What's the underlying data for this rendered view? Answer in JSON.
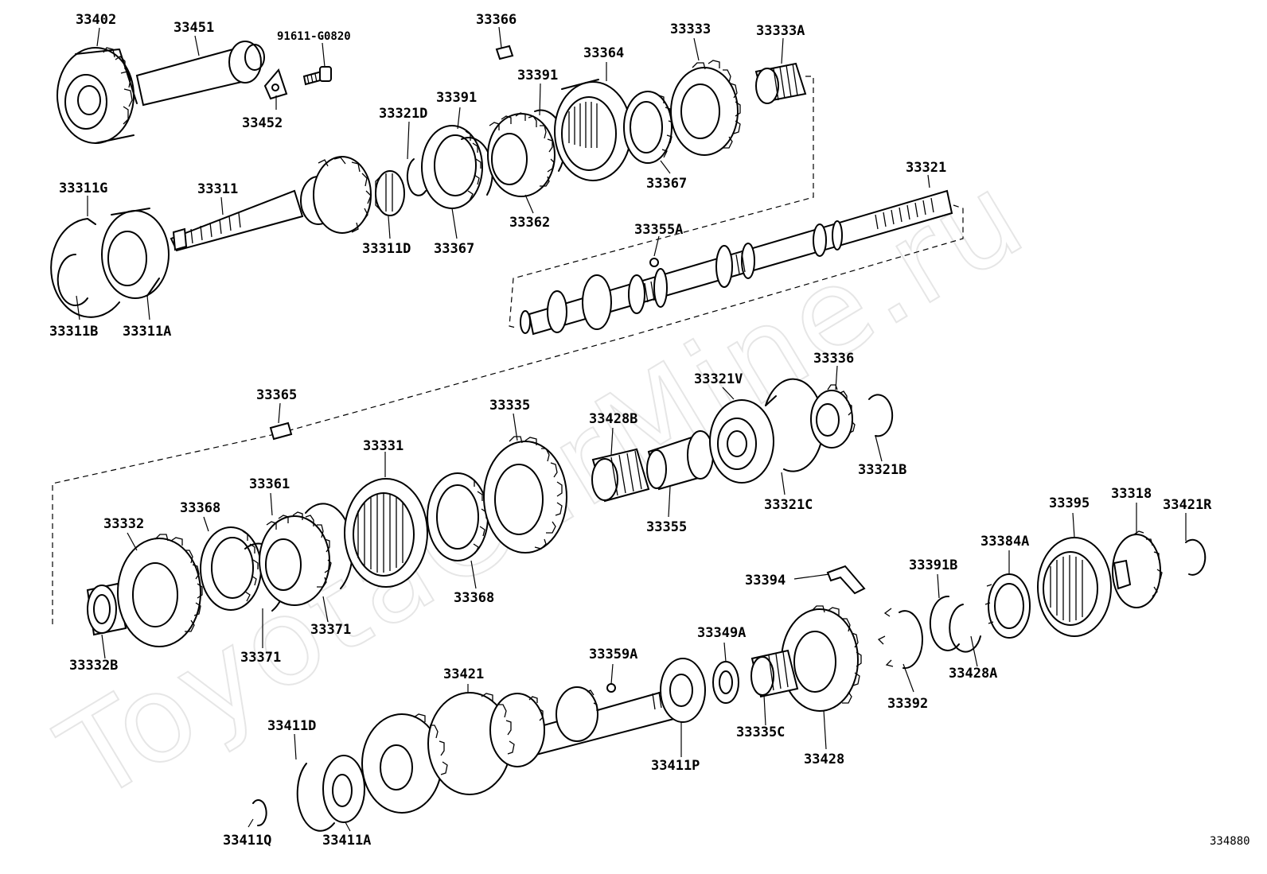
{
  "watermark": "ToyotaCarMine.ru",
  "figure_id": "334880",
  "labels": {
    "p33402": "33402",
    "p33451": "33451",
    "p91611": "91611-G0820",
    "p33452": "33452",
    "p33366": "33366",
    "p33364": "33364",
    "p33333": "33333",
    "p33333A": "33333A",
    "p33391a": "33391",
    "p33391b": "33391",
    "p33321D": "33321D",
    "p33311G": "33311G",
    "p33311": "33311",
    "p33311D": "33311D",
    "p33367a": "33367",
    "p33367b": "33367",
    "p33362": "33362",
    "p33321": "33321",
    "p33355A": "33355A",
    "p33311B": "33311B",
    "p33311A": "33311A",
    "p33365": "33365",
    "p33335": "33335",
    "p33321V": "33321V",
    "p33336": "33336",
    "p33428B": "33428B",
    "p33331": "33331",
    "p33361": "33361",
    "p33368a": "33368",
    "p33332": "33332",
    "p33321B": "33321B",
    "p33321C": "33321C",
    "p33355": "33355",
    "p33395": "33395",
    "p33318": "33318",
    "p33421R": "33421R",
    "p33384A": "33384A",
    "p33391B": "33391B",
    "p33394": "33394",
    "p33368b": "33368",
    "p33371a": "33371",
    "p33371b": "33371",
    "p33332B": "33332B",
    "p33349A": "33349A",
    "p33359A": "33359A",
    "p33421": "33421",
    "p33392": "33392",
    "p33428A": "33428A",
    "p33411D": "33411D",
    "p33335C": "33335C",
    "p33428": "33428",
    "p33411P": "33411P",
    "p33411Q": "33411Q",
    "p33411A": "33411A"
  }
}
